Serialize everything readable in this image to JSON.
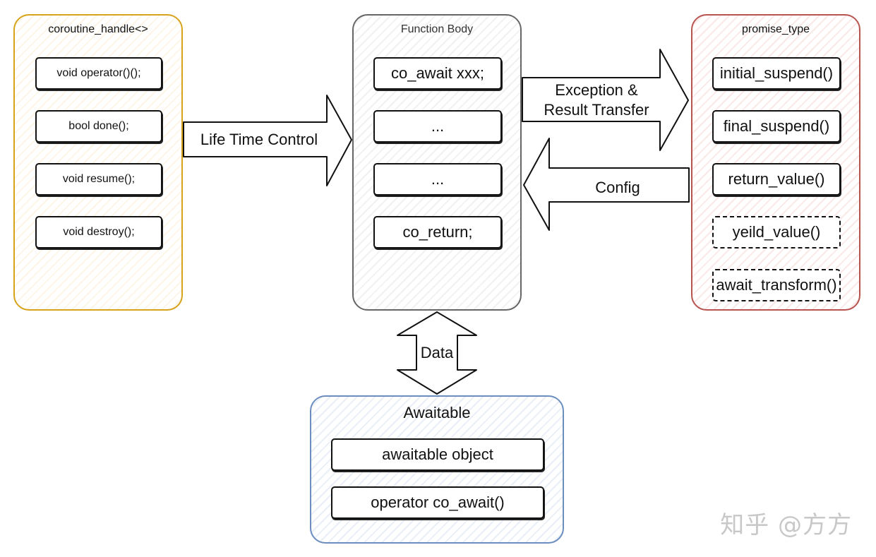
{
  "coroutine_handle": {
    "title": "coroutine_handle<>",
    "items": [
      "void operator()();",
      "bool done();",
      "void resume();",
      "void destroy();"
    ]
  },
  "function_body": {
    "title": "Function Body",
    "items": [
      "co_await xxx;",
      "...",
      "...",
      "co_return;"
    ]
  },
  "promise_type": {
    "title": "promise_type",
    "items": [
      "initial_suspend()",
      "final_suspend()",
      "return_value()",
      "yeild_value()",
      "await_transform()"
    ]
  },
  "awaitable": {
    "title": "Awaitable",
    "items": [
      "awaitable object",
      "operator co_await()"
    ]
  },
  "arrows": {
    "life_time": "Life Time Control",
    "exception_line1": "Exception &",
    "exception_line2": "Result Transfer",
    "config": "Config",
    "data": "Data"
  },
  "watermark": "知乎 @方方",
  "colors": {
    "coroutine_handle_border": "#d6a31a",
    "function_body_border": "#666666",
    "promise_type_border": "#b85450",
    "awaitable_border": "#6c8ebf"
  }
}
